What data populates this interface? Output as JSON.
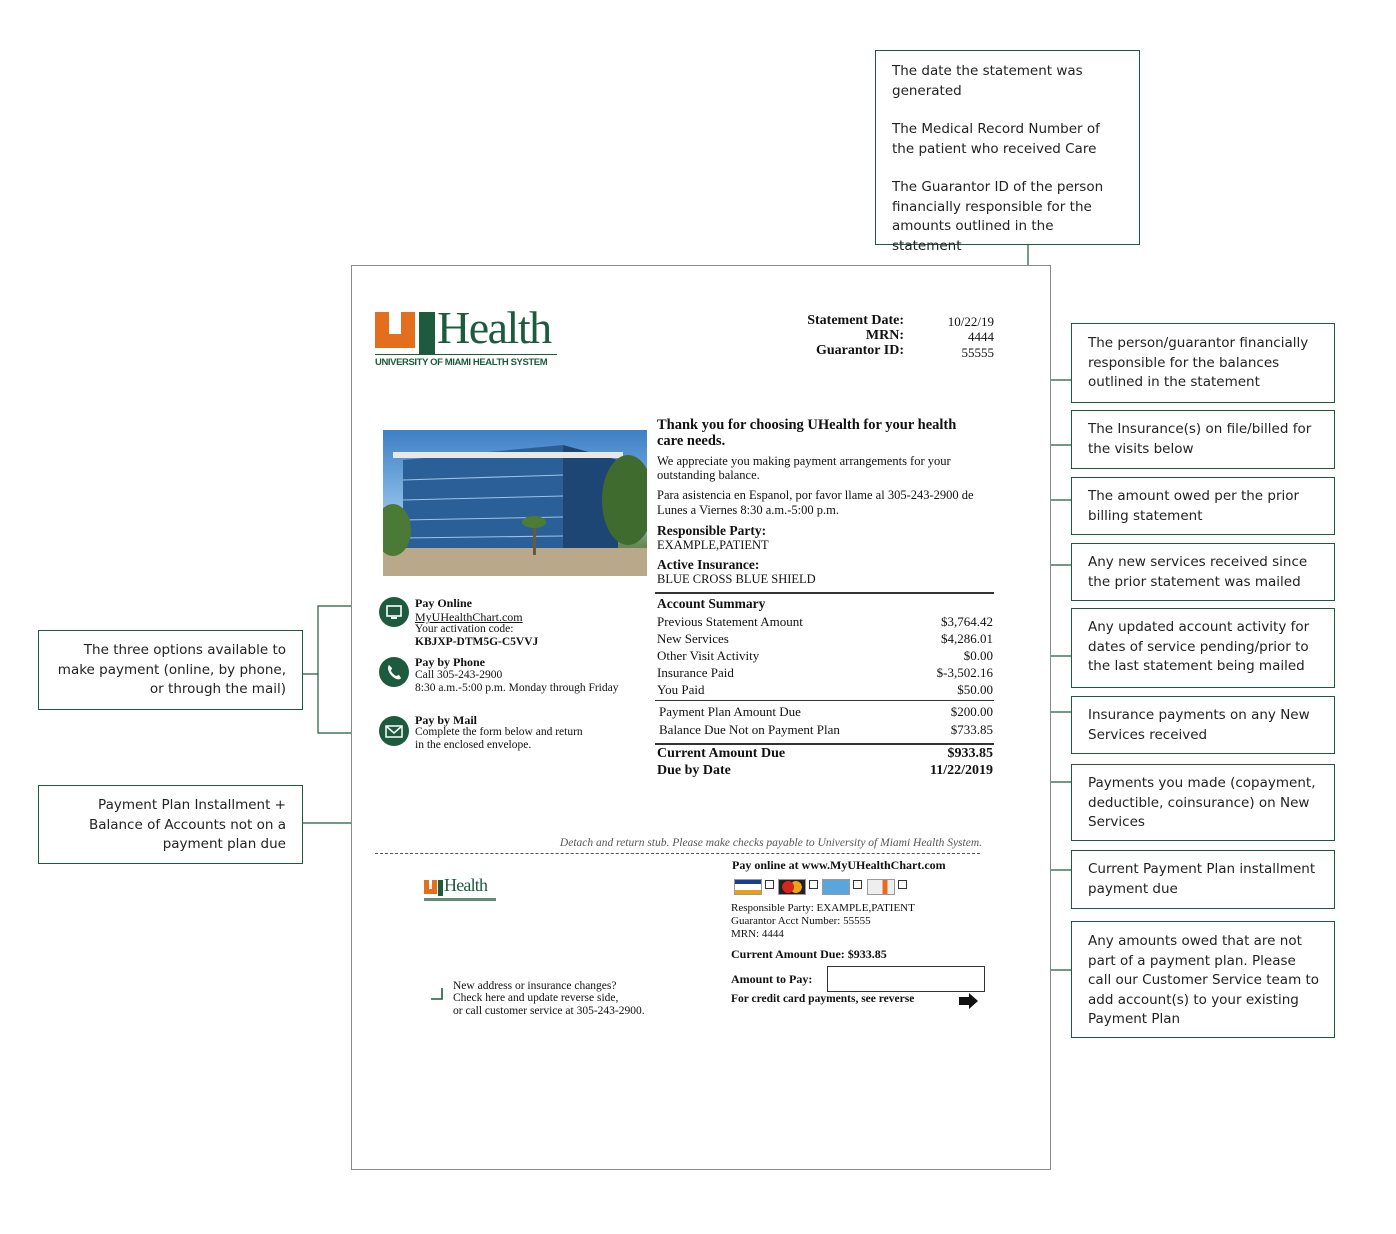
{
  "callouts": {
    "statement_info": {
      "date": "The date the statement was generated",
      "mrn": "The Medical Record Number of the patient who received Care",
      "guarantor": "The Guarantor ID of the person financially responsible for the amounts outlined in the statement"
    },
    "responsible_party": "The person/guarantor financially responsible for the balances outlined in the statement",
    "insurance": "The Insurance(s) on file/billed for the visits below",
    "prior_balance": "The amount owed per the prior billing statement",
    "new_services": "Any new services received since the prior statement was mailed",
    "other_activity": "Any updated account activity for dates of service pending/prior to the last statement being mailed",
    "insurance_payments": "Insurance payments on any New Services received",
    "you_paid": "Payments you made (copayment, deductible, coinsurance) on New Services",
    "plan_installment": "Current Payment Plan installment payment due",
    "not_on_plan": "Any amounts owed that are not part of a payment plan. Please call our Customer Service team to add account(s) to your existing Payment Plan",
    "payment_options": "The three options available to make payment (online, by phone, or through the mail)",
    "plan_total": "Payment Plan Installment + Balance of Accounts not on a payment plan due"
  },
  "statement": {
    "logo": {
      "brand": "Health",
      "subtitle": "UNIVERSITY OF MIAMI HEALTH SYSTEM"
    },
    "header": {
      "date_label": "Statement Date:",
      "date_value": "10/22/19",
      "mrn_label": "MRN:",
      "mrn_value": "4444",
      "guarantor_label": "Guarantor ID:",
      "guarantor_value": "55555"
    },
    "thanks": {
      "heading": "Thank you for choosing UHealth for your health care needs.",
      "body": "We appreciate you making payment arrangements for your outstanding balance.",
      "spanish": "Para asistencia en Espanol, por favor llame al 305-243-2900 de Lunes a Viernes 8:30 a.m.-5:00 p.m."
    },
    "responsible": {
      "label": "Responsible Party:",
      "value": "EXAMPLE,PATIENT"
    },
    "insurance": {
      "label": "Active Insurance:",
      "value": "BLUE CROSS BLUE SHIELD"
    },
    "summary": {
      "title": "Account Summary",
      "rows": [
        {
          "label": "Previous Statement Amount",
          "value": "$3,764.42"
        },
        {
          "label": "New Services",
          "value": "$4,286.01"
        },
        {
          "label": "Other Visit Activity",
          "value": "$0.00"
        },
        {
          "label": "Insurance Paid",
          "value": "$-3,502.16"
        },
        {
          "label": "You Paid",
          "value": "$50.00"
        }
      ],
      "plan_rows": [
        {
          "label": "Payment Plan Amount Due",
          "value": "$200.00"
        },
        {
          "label": "Balance Due Not on Payment Plan",
          "value": "$733.85"
        }
      ],
      "current_label": "Current Amount Due",
      "current_value": "$933.85",
      "due_label": "Due by Date",
      "due_value": "11/22/2019"
    },
    "pay": {
      "online_title": "Pay Online",
      "online_link": "MyUHealthChart.com",
      "online_code_label": "Your activation code:",
      "online_code": "KBJXP-DTM5G-C5VVJ",
      "phone_title": "Pay by Phone",
      "phone_line1": "Call 305-243-2900",
      "phone_line2": "8:30 a.m.-5:00 p.m. Monday through Friday",
      "mail_title": "Pay by Mail",
      "mail_line1": "Complete the form below and return",
      "mail_line2": "in the enclosed envelope."
    },
    "stub": {
      "detach": "Detach and return stub.  Please make checks payable to University of Miami Health System.",
      "pay_online": "Pay online at www.MyUHealthChart.com",
      "cards": [
        "VISA",
        "MC",
        "AMEX",
        "DISCOVER"
      ],
      "responsible": "Responsible Party: EXAMPLE,PATIENT",
      "guarantor": "Guarantor Acct Number: 55555",
      "mrn": "MRN: 4444",
      "current_due": "Current Amount Due: $933.85",
      "amount_label": "Amount to Pay:",
      "credit": "For credit card payments, see reverse",
      "address_line1": "New address or insurance changes?",
      "address_line2": "Check here and update reverse side,",
      "address_line3": "or call customer service at 305-243-2900."
    }
  }
}
